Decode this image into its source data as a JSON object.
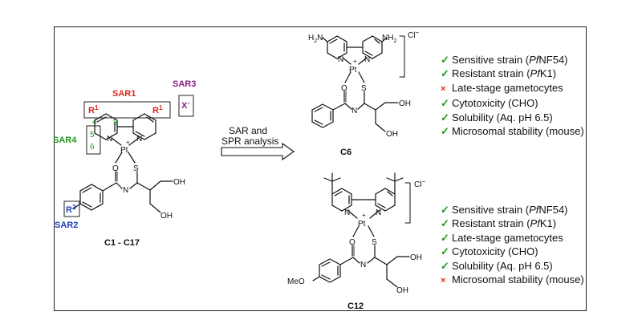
{
  "sar_labels": {
    "sar1": "SAR1",
    "sar2": "SAR2",
    "sar3": "SAR3",
    "sar4": "SAR4"
  },
  "scaffold": {
    "r1": "R",
    "r1_sup": "1",
    "r2": "R",
    "r2_sup": "2",
    "counter_ion": "X",
    "counter_ion_sup": "-",
    "positions": [
      "3",
      "4",
      "5",
      "6"
    ],
    "compound_range": "C1 - C17"
  },
  "arrow": {
    "line1": "SAR and",
    "line2": "SPR analysis"
  },
  "atoms": {
    "pt": "Pt",
    "charge": "+",
    "n": "N",
    "o": "O",
    "s": "S",
    "oh": "OH",
    "nh2": "NH",
    "nh2_sub": "2",
    "h2n": "H",
    "h2n_sub": "2",
    "h2n_n": "N",
    "meo": "MeO",
    "cl": "Cl",
    "cl_sup": "−"
  },
  "c6": {
    "label": "C6",
    "properties": [
      {
        "text": "Sensitive strain (",
        "italic": "Pf",
        "rest": "NF54)",
        "status": "pass"
      },
      {
        "text": "Resistant strain (",
        "italic": "Pf",
        "rest": "K1)",
        "status": "pass"
      },
      {
        "text": "Late-stage gametocytes",
        "italic": "",
        "rest": "",
        "status": "fail"
      },
      {
        "text": "Cytotoxicity (CHO)",
        "italic": "",
        "rest": "",
        "status": "pass"
      },
      {
        "text": "Solubility (Aq. pH 6.5)",
        "italic": "",
        "rest": "",
        "status": "pass"
      },
      {
        "text": "Microsomal stability (mouse)",
        "italic": "",
        "rest": "",
        "status": "pass"
      }
    ]
  },
  "c12": {
    "label": "C12",
    "properties": [
      {
        "text": "Sensitive strain (",
        "italic": "Pf",
        "rest": "NF54)",
        "status": "pass"
      },
      {
        "text": "Resistant strain (",
        "italic": "Pf",
        "rest": "K1)",
        "status": "pass"
      },
      {
        "text": "Late-stage gametocytes",
        "italic": "",
        "rest": "",
        "status": "pass"
      },
      {
        "text": "Cytotoxicity (CHO)",
        "italic": "",
        "rest": "",
        "status": "pass"
      },
      {
        "text": "Solubility (Aq. pH 6.5)",
        "italic": "",
        "rest": "",
        "status": "pass"
      },
      {
        "text": "Microsomal stability (mouse)",
        "italic": "",
        "rest": "",
        "status": "fail"
      }
    ]
  },
  "colors": {
    "sar1": "#e0251b",
    "sar2": "#1a3fbf",
    "sar3": "#8a1e8a",
    "sar4": "#1f9a1f",
    "pass": "#1f9a1f",
    "fail": "#e0251b"
  },
  "icons": {
    "pass": "✓",
    "fail": "×"
  }
}
